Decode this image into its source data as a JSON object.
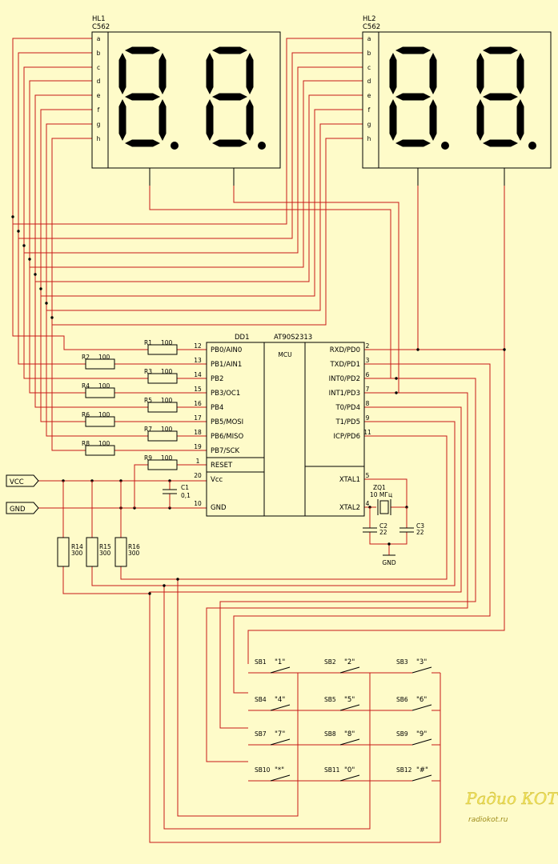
{
  "displays": [
    {
      "ref": "HL1",
      "part": "C562",
      "pins": [
        "a",
        "b",
        "c",
        "d",
        "e",
        "f",
        "g",
        "h"
      ]
    },
    {
      "ref": "HL2",
      "part": "C562",
      "pins": [
        "a",
        "b",
        "c",
        "d",
        "e",
        "f",
        "g",
        "h"
      ]
    }
  ],
  "mcu": {
    "ref": "DD1",
    "part": "AT90S2313",
    "center_label": "MCU",
    "left_pins": [
      {
        "num": "12",
        "name": "PB0/AIN0"
      },
      {
        "num": "13",
        "name": "PB1/AIN1"
      },
      {
        "num": "14",
        "name": "PB2"
      },
      {
        "num": "15",
        "name": "PB3/OC1"
      },
      {
        "num": "16",
        "name": "PB4"
      },
      {
        "num": "17",
        "name": "PB5/MOSI"
      },
      {
        "num": "18",
        "name": "PB6/MISO"
      },
      {
        "num": "19",
        "name": "PB7/SCK"
      },
      {
        "num": "1",
        "name": "RESET"
      },
      {
        "num": "20",
        "name": "Vcc"
      },
      {
        "num": "10",
        "name": "GND"
      }
    ],
    "right_pins": [
      {
        "num": "2",
        "name": "RXD/PD0"
      },
      {
        "num": "3",
        "name": "TXD/PD1"
      },
      {
        "num": "6",
        "name": "INT0/PD2"
      },
      {
        "num": "7",
        "name": "INT1/PD3"
      },
      {
        "num": "8",
        "name": "T0/PD4"
      },
      {
        "num": "9",
        "name": "T1/PD5"
      },
      {
        "num": "11",
        "name": "ICP/PD6"
      },
      {
        "num": "5",
        "name": "XTAL1"
      },
      {
        "num": "4",
        "name": "XTAL2"
      }
    ]
  },
  "resistors": [
    {
      "ref": "R1",
      "value": "100"
    },
    {
      "ref": "R2",
      "value": "100"
    },
    {
      "ref": "R3",
      "value": "100"
    },
    {
      "ref": "R4",
      "value": "100"
    },
    {
      "ref": "R5",
      "value": "100"
    },
    {
      "ref": "R6",
      "value": "100"
    },
    {
      "ref": "R7",
      "value": "100"
    },
    {
      "ref": "R8",
      "value": "100"
    },
    {
      "ref": "R9",
      "value": "100"
    },
    {
      "ref": "R14",
      "value": "300"
    },
    {
      "ref": "R15",
      "value": "300"
    },
    {
      "ref": "R16",
      "value": "300"
    }
  ],
  "capacitors": [
    {
      "ref": "C1",
      "value": "0,1"
    },
    {
      "ref": "C2",
      "value": "22"
    },
    {
      "ref": "C3",
      "value": "22"
    }
  ],
  "crystal": {
    "ref": "ZQ1",
    "value": "10 МГц"
  },
  "power": {
    "vcc": "VCC",
    "gnd": "GND",
    "gnd_symbol": "GND"
  },
  "keys": [
    {
      "ref": "SB1",
      "label": "\"1\""
    },
    {
      "ref": "SB2",
      "label": "\"2\""
    },
    {
      "ref": "SB3",
      "label": "\"3\""
    },
    {
      "ref": "SB4",
      "label": "\"4\""
    },
    {
      "ref": "SB5",
      "label": "\"5\""
    },
    {
      "ref": "SB6",
      "label": "\"6\""
    },
    {
      "ref": "SB7",
      "label": "\"7\""
    },
    {
      "ref": "SB8",
      "label": "\"8\""
    },
    {
      "ref": "SB9",
      "label": "\"9\""
    },
    {
      "ref": "SB10",
      "label": "\"*\""
    },
    {
      "ref": "SB11",
      "label": "\"0\""
    },
    {
      "ref": "SB12",
      "label": "\"#\""
    }
  ],
  "watermark": {
    "title": "Радио КОТ",
    "url": "radiokot.ru"
  },
  "colors": {
    "background": "#fefbc9",
    "wire": "#c81818",
    "component": "#000000",
    "watermark": "#f2e25a"
  }
}
